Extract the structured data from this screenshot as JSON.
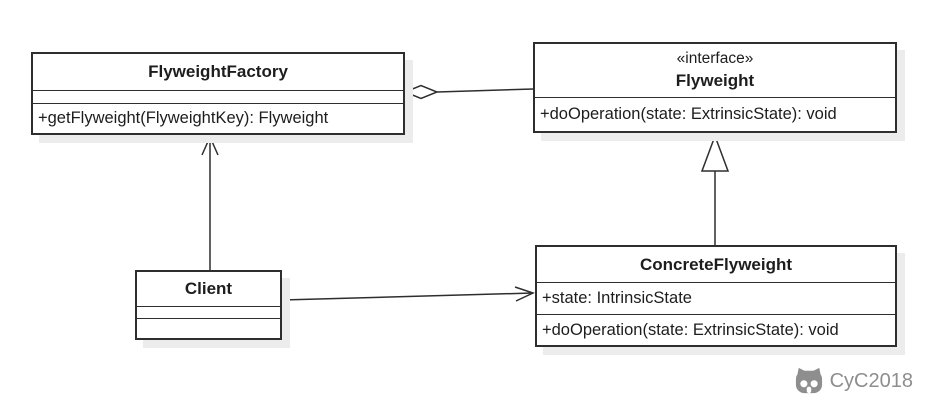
{
  "diagram": {
    "kind": "uml-class-diagram",
    "pattern": "Flyweight"
  },
  "classes": {
    "flyweight_factory": {
      "name": "FlyweightFactory",
      "method": "+getFlyweight(FlyweightKey): Flyweight"
    },
    "flyweight": {
      "stereotype": "«interface»",
      "name": "Flyweight",
      "method": "+doOperation(state: ExtrinsicState): void"
    },
    "client": {
      "name": "Client"
    },
    "concrete_flyweight": {
      "name": "ConcreteFlyweight",
      "attribute": "+state: IntrinsicState",
      "method": "+doOperation(state: ExtrinsicState): void"
    }
  },
  "relations": [
    {
      "type": "aggregation",
      "from": "FlyweightFactory",
      "to": "Flyweight"
    },
    {
      "type": "generalization",
      "from": "ConcreteFlyweight",
      "to": "Flyweight"
    },
    {
      "type": "association",
      "from": "Client",
      "to": "FlyweightFactory"
    },
    {
      "type": "association",
      "from": "Client",
      "to": "ConcreteFlyweight"
    }
  ],
  "colors": {
    "line": "#2e2e2e",
    "shadow": "#ececec",
    "watermark": "#8e8e8e"
  },
  "watermark": {
    "label": "CyC2018",
    "icon": "cat-face-icon"
  }
}
